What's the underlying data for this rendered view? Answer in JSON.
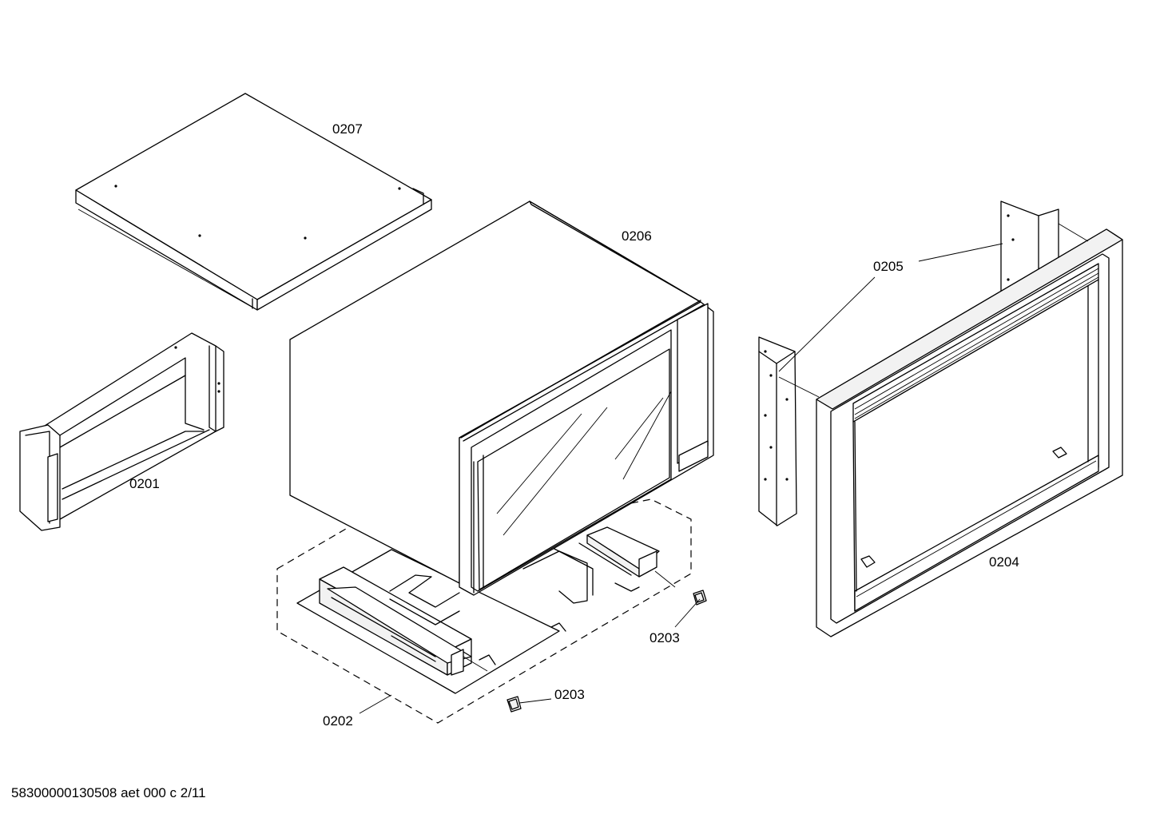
{
  "labels": {
    "p0207": "0207",
    "p0206": "0206",
    "p0205": "0205",
    "p0201": "0201",
    "p0204": "0204",
    "p0203a": "0203",
    "p0203b": "0203",
    "p0202": "0202"
  },
  "footer": "58300000130508 aet 000 c 2/11"
}
